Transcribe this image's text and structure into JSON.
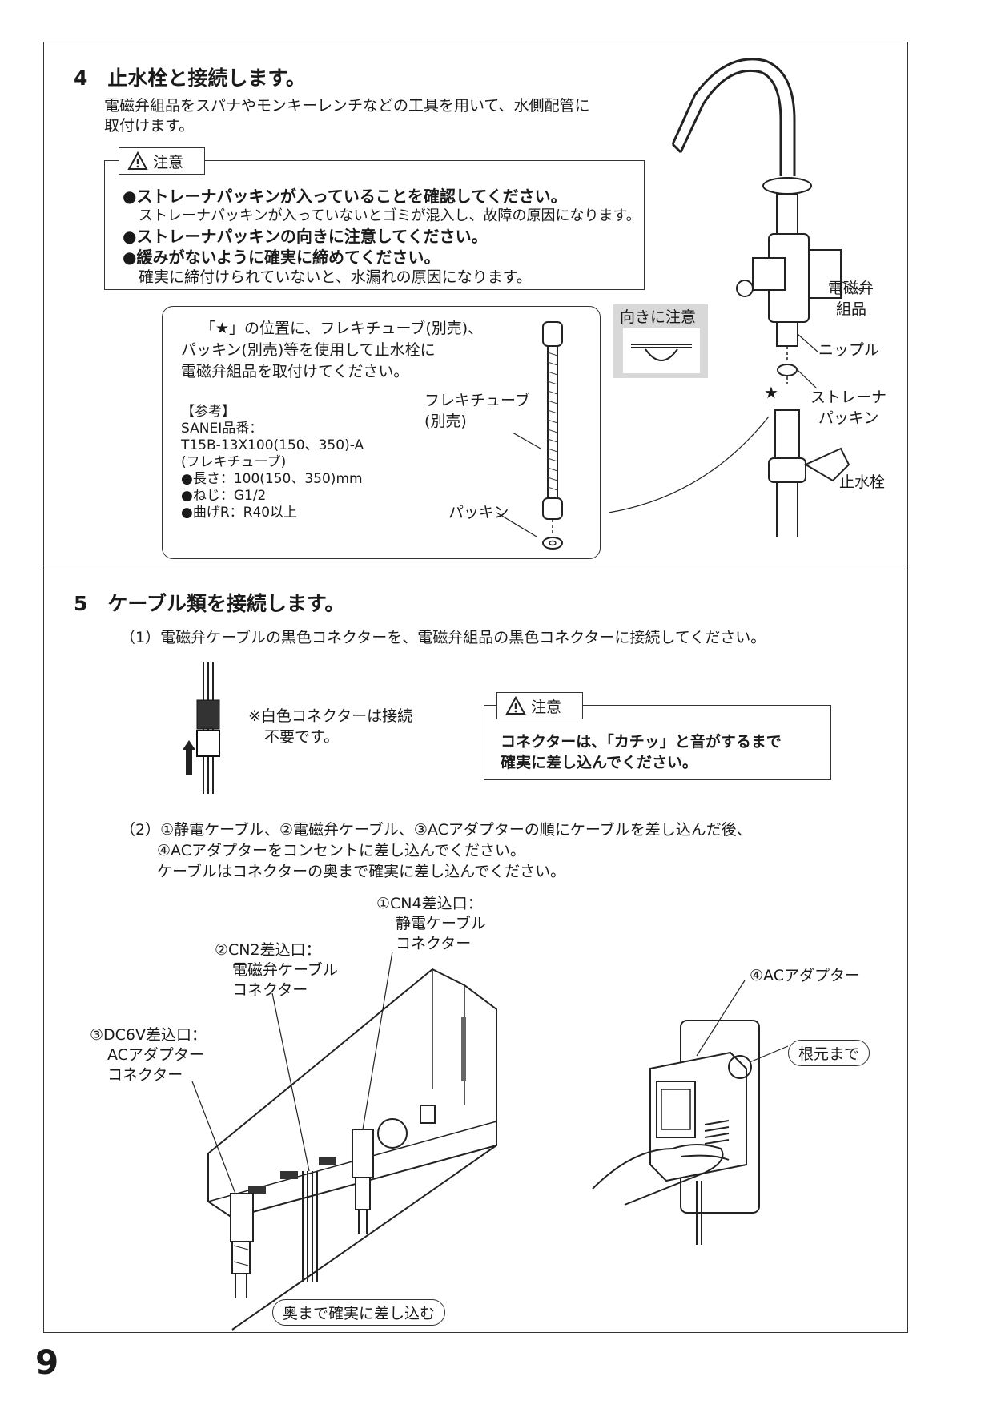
{
  "page_number": "9",
  "step4": {
    "title": "4　止水栓と接続します。",
    "intro": [
      "電磁弁組品をスパナやモンキーレンチなどの工具を用いて、水側配管に",
      "取付けます。"
    ],
    "caution_label": "注意",
    "caution_lines": [
      "●ストレーナパッキンが入っていることを確認してください。",
      "ストレーナパッキンが入っていないとゴミが混入し、故障の原因になります。",
      "●ストレーナパッキンの向きに注意してください。",
      "●緩みがないように確実に締めてください。",
      "確実に締付けられていないと、水漏れの原因になります。"
    ],
    "info_lines": [
      "「★」の位置に、フレキチューブ(別売)、",
      "パッキン(別売)等を使用して止水栓に",
      "電磁弁組品を取付けてください。"
    ],
    "ref_lines": [
      "【参考】",
      "SANEI品番：",
      "T15B-13X100(150、350)-A",
      "(フレキチューブ)",
      "●長さ：100(150、350)mm",
      "●ねじ：G1/2",
      "●曲げR：R40以上"
    ],
    "flexi_label": [
      "フレキチューブ",
      "(別売)"
    ],
    "packing_label": "パッキン",
    "orientation_label": "向きに注意",
    "valve_label": [
      "電磁弁",
      "組品"
    ],
    "nipple_label": "ニップル",
    "strainer_label": [
      "ストレーナ",
      "パッキン"
    ],
    "stopcock_label": "止水栓",
    "star": "★"
  },
  "step5": {
    "title": "5　ケーブル類を接続します。",
    "sub1": "（1）電磁弁ケーブルの黒色コネクターを、電磁弁組品の黒色コネクターに接続してください。",
    "note": [
      "※白色コネクターは接続",
      "不要です。"
    ],
    "caution_label": "注意",
    "caution_lines": [
      "コネクターは、「カチッ」と音がするまで",
      "確実に差し込んでください。"
    ],
    "sub2": [
      "（2）①静電ケーブル、②電磁弁ケーブル、③ACアダプターの順にケーブルを差し込んだ後、",
      "④ACアダプターをコンセントに差し込んでください。",
      "ケーブルはコネクターの奥まで確実に差し込んでください。"
    ],
    "cn4": [
      "①CN4差込口：",
      "静電ケーブル",
      "コネクター"
    ],
    "cn2": [
      "②CN2差込口：",
      "電磁弁ケーブル",
      "コネクター"
    ],
    "dc6v": [
      "③DC6V差込口：",
      "ACアダプター",
      "コネクター"
    ],
    "adapter": "④ACアダプター",
    "root": "根元まで",
    "deep": "奥まで確実に差し込む"
  },
  "colors": {
    "line": "#333333",
    "shade": "#d8d8d8"
  }
}
